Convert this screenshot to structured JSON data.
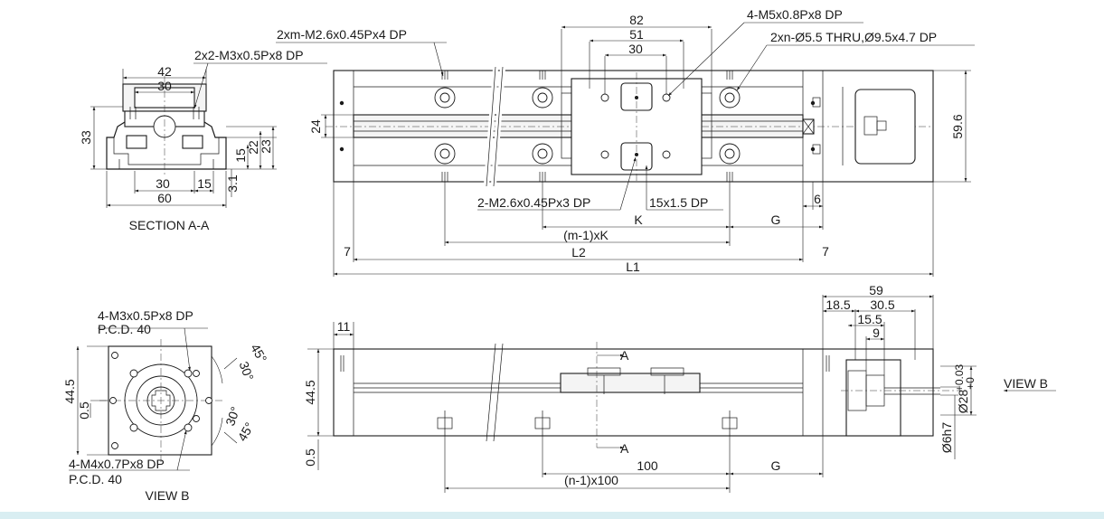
{
  "section_aa": {
    "title": "SECTION A-A",
    "dims": {
      "w42": "42",
      "w30_top": "30",
      "h33": "33",
      "h15": "15",
      "h22": "22",
      "h23": "23",
      "h3_1": "3.1",
      "w30_bot": "30",
      "w15": "15",
      "w60": "60"
    },
    "callout_m3": "2x2-M3x0.5Px8 DP"
  },
  "top_view": {
    "callouts": {
      "m26_4dp": "2xm-M2.6x0.45Px4 DP",
      "m5": "4-M5x0.8Px8 DP",
      "thru": "2xn-Ø5.5 THRU,Ø9.5x4.7 DP",
      "m26_3dp": "2-M2.6x0.45Px3 DP",
      "slot": "15x1.5 DP"
    },
    "dims": {
      "w82": "82",
      "w51": "51",
      "w30": "30",
      "h24": "24",
      "h59_6": "59.6",
      "w6": "6",
      "K": "K",
      "G": "G",
      "m1K": "(m-1)xK",
      "s7_left": "7",
      "s7_right": "7",
      "L2": "L2",
      "L1": "L1"
    }
  },
  "view_b": {
    "title": "VIEW B",
    "callout_m3": "4-M3x0.5Px8 DP",
    "pcd_top": "P.C.D. 40",
    "callout_m4": "4-M4x0.7Px8 DP",
    "pcd_bot": "P.C.D. 40",
    "angles": {
      "a45_top": "45°",
      "a30_top": "30°",
      "a30_bot": "30°",
      "a45_bot": "45°"
    },
    "dims": {
      "h44_5": "44.5",
      "h0_5": "0.5"
    }
  },
  "side_view": {
    "dims": {
      "w11": "11",
      "h44_5": "44.5",
      "h0_5": "0.5",
      "w59": "59",
      "w18_5": "18.5",
      "w30_5": "30.5",
      "w15_5": "15.5",
      "w9": "9",
      "d28": "Ø28",
      "d28_tol_up": "+0.03",
      "d28_tol_lo": "+0",
      "d6": "Ø6h7",
      "w100": "100",
      "n1": "(n-1)x100",
      "G": "G"
    },
    "section_marks": {
      "top": "A",
      "bottom": "A"
    },
    "view_b_arrow": "VIEW B"
  }
}
